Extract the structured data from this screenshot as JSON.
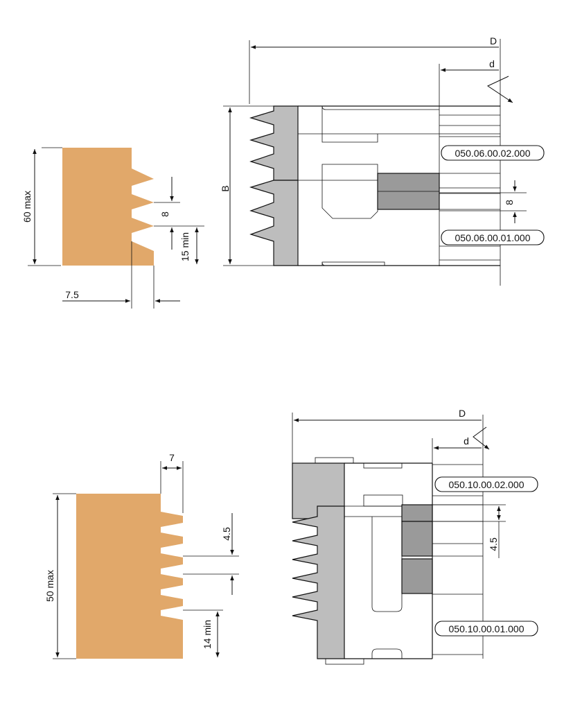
{
  "top": {
    "profile": {
      "height_label": "60 max",
      "pitch_label": "8",
      "bottom_label": "15 min",
      "depth_label": "7.5"
    },
    "tool": {
      "outer_diameter_label": "D",
      "bore_label": "d",
      "height_label": "B",
      "pitch_label": "8",
      "upper_code": "050.06.00.02.000",
      "lower_code": "050.06.00.01.000"
    }
  },
  "bottom": {
    "profile": {
      "height_label": "50 max",
      "depth_label": "7",
      "pitch_label": "4.5",
      "bottom_label": "14 min"
    },
    "tool": {
      "outer_diameter_label": "D",
      "bore_label": "d",
      "pitch_label": "4.5",
      "upper_code": "050.10.00.02.000",
      "lower_code": "050.10.00.01.000"
    }
  },
  "colors": {
    "profile_fill": "#e1a86a",
    "tool_light_grey": "#bdbdbd",
    "tool_dark_grey": "#9a9a9a"
  }
}
